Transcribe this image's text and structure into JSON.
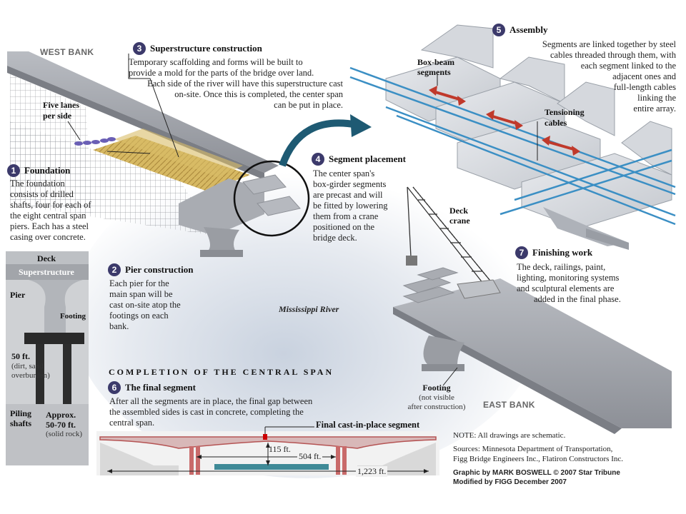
{
  "banks": {
    "west": "WEST BANK",
    "east": "EAST BANK",
    "river": "Mississippi River"
  },
  "labels": {
    "five_lanes": [
      "Five lanes",
      "per side"
    ],
    "box_beam": [
      "Box-beam",
      "segments"
    ],
    "tensioning": [
      "Tensioning",
      "cables"
    ],
    "deck_crane": [
      "Deck",
      "crane"
    ],
    "footing_east": "Footing",
    "footing_east_sub": [
      "(not visible",
      "after construction)"
    ]
  },
  "steps": [
    {
      "n": "1",
      "title": "Foundation",
      "body": [
        "The foundation",
        "consists of drilled",
        "shafts, four for each of",
        "the eight central span",
        "piers. Each has a steel",
        "casing over concrete."
      ]
    },
    {
      "n": "2",
      "title": "Pier construction",
      "body": [
        "Each pier for the",
        "main span will be",
        "cast on-site atop the",
        "footings on each",
        "bank."
      ]
    },
    {
      "n": "3",
      "title": "Superstructure construction",
      "body": [
        "Temporary scaffolding and forms will be built to",
        "provide a mold for the parts of the bridge  over land.",
        "Each side of the river will have this superstructure cast",
        "on-site. Once this is completed, the center span",
        "can be put in place."
      ]
    },
    {
      "n": "4",
      "title": "Segment placement",
      "body": [
        "The center span's",
        "box-girder segments",
        "are precast and will",
        "be fitted by lowering",
        "them from a crane",
        "positioned on the",
        "bridge deck."
      ]
    },
    {
      "n": "5",
      "title": "Assembly",
      "body": [
        "Segments are linked together by steel",
        "cables threaded through them, with",
        "each segment linked to the",
        "adjacent ones and",
        "full-length cables",
        "linking the",
        "entire array."
      ]
    },
    {
      "n": "6",
      "title": "The final segment",
      "body": [
        "After all the segments are in place, the final gap between",
        "the assembled sides is cast in concrete, completing the",
        "central span."
      ]
    },
    {
      "n": "7",
      "title": "Finishing work",
      "body": [
        "The deck, railings, paint,",
        "lighting, monitoring systems",
        "and sculptural elements are",
        "added in the final phase."
      ]
    }
  ],
  "cross_section": {
    "deck": "Deck",
    "superstructure": "Superstructure",
    "pier": "Pier",
    "footing": "Footing",
    "depth1": "50 ft.",
    "depth1_sub": [
      "(dirt, sand",
      "overburden)"
    ],
    "piling": [
      "Piling",
      "shafts"
    ],
    "depth2": [
      "Approx.",
      "50-70 ft."
    ],
    "depth2_sub": "(solid rock)"
  },
  "completion": {
    "heading": "COMPLETION OF THE CENTRAL SPAN",
    "final_label": "Final cast-in-place segment",
    "dim_height": "115 ft.",
    "dim_main": "504 ft.",
    "dim_total": "1,223 ft."
  },
  "notes": {
    "note": "NOTE: All drawings are schematic.",
    "sources": [
      "Sources: Minnesota Department of Transportation,",
      "Figg Bridge Engineers Inc., Flatiron Constructors Inc."
    ],
    "credit": [
      "Graphic by MARK BOSWELL  © 2007 Star Tribune",
      "Modified by FIGG December 2007"
    ]
  },
  "colors": {
    "badge": "#3c3a6b",
    "arrow_teal": "#1e5a73",
    "cable_blue": "#3b8fc4",
    "red_arrow": "#c0392b",
    "scaffold": "#c9a64a",
    "water": "#3f8a97"
  }
}
